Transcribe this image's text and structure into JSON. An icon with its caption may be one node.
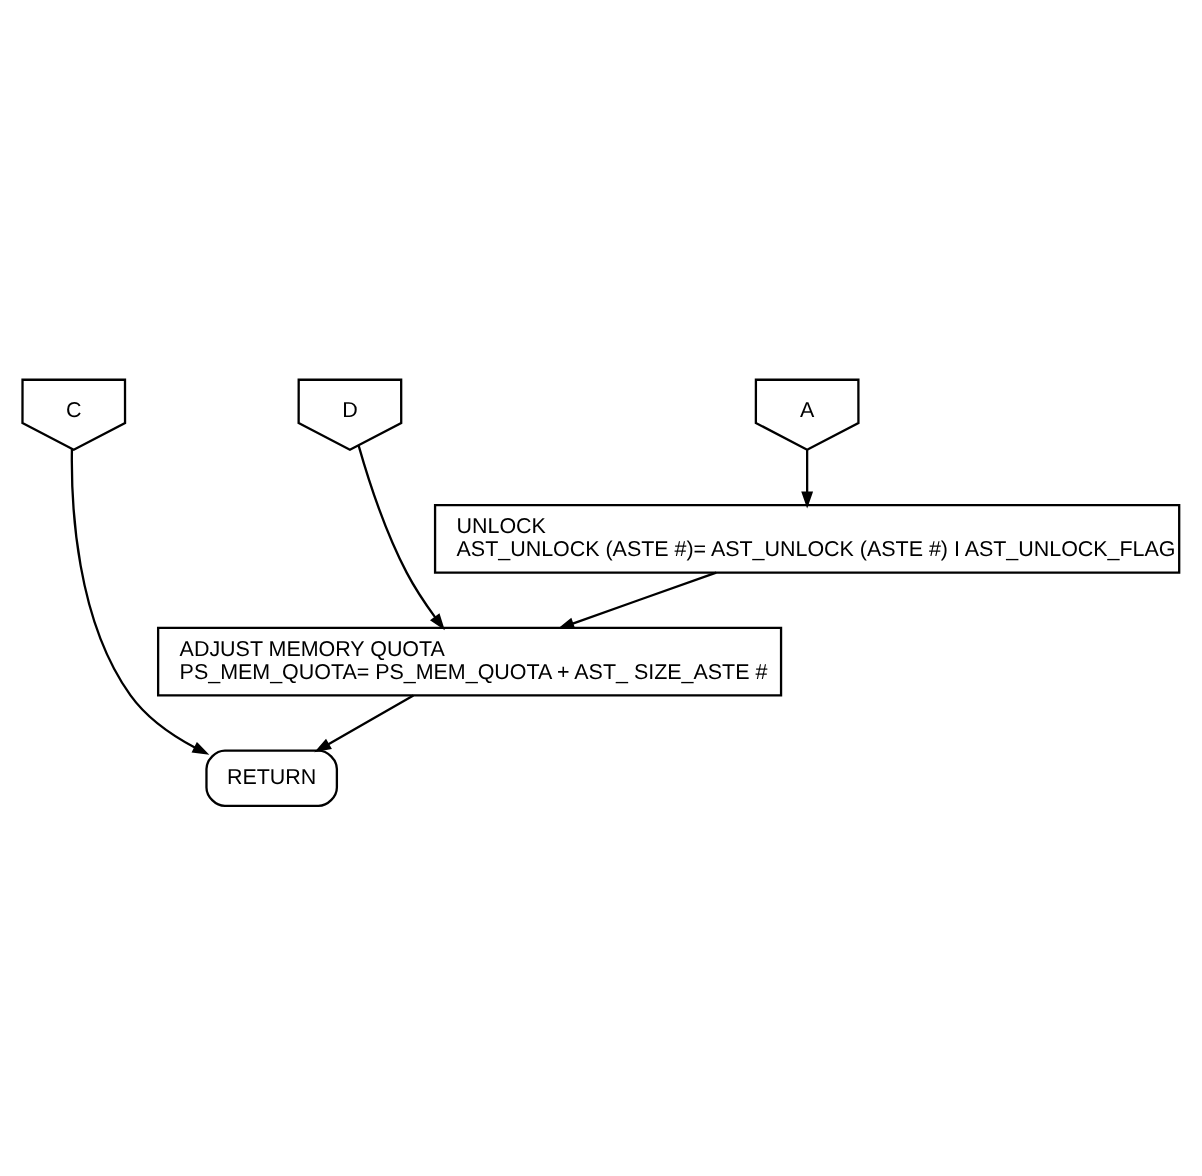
{
  "diagram": {
    "nodes": [
      {
        "text": [
          "C"
        ]
      },
      {
        "text": [
          "D"
        ]
      },
      {
        "text": [
          "A"
        ]
      },
      {
        "text": [
          "UNLOCK",
          "AST_UNLOCK (ASTE #)= AST_UNLOCK (ASTE #) I AST_UNLOCK_FLAG"
        ]
      },
      {
        "text": [
          "ADJUST MEMORY QUOTA",
          "PS_MEM_QUOTA= PS_MEM_QUOTA + AST_ SIZE_ASTE #"
        ]
      },
      {
        "text": [
          "RETURN"
        ]
      }
    ],
    "edges": [
      {
        "from": 2,
        "to": 3,
        "arrow": "to"
      },
      {
        "from": 3,
        "to": 4,
        "arrow": "to"
      },
      {
        "from": 1,
        "to": 4,
        "arrow": "to"
      },
      {
        "from": 4,
        "to": 5,
        "arrow": "to"
      },
      {
        "from": 0,
        "to": 5,
        "arrow": "to"
      }
    ]
  }
}
